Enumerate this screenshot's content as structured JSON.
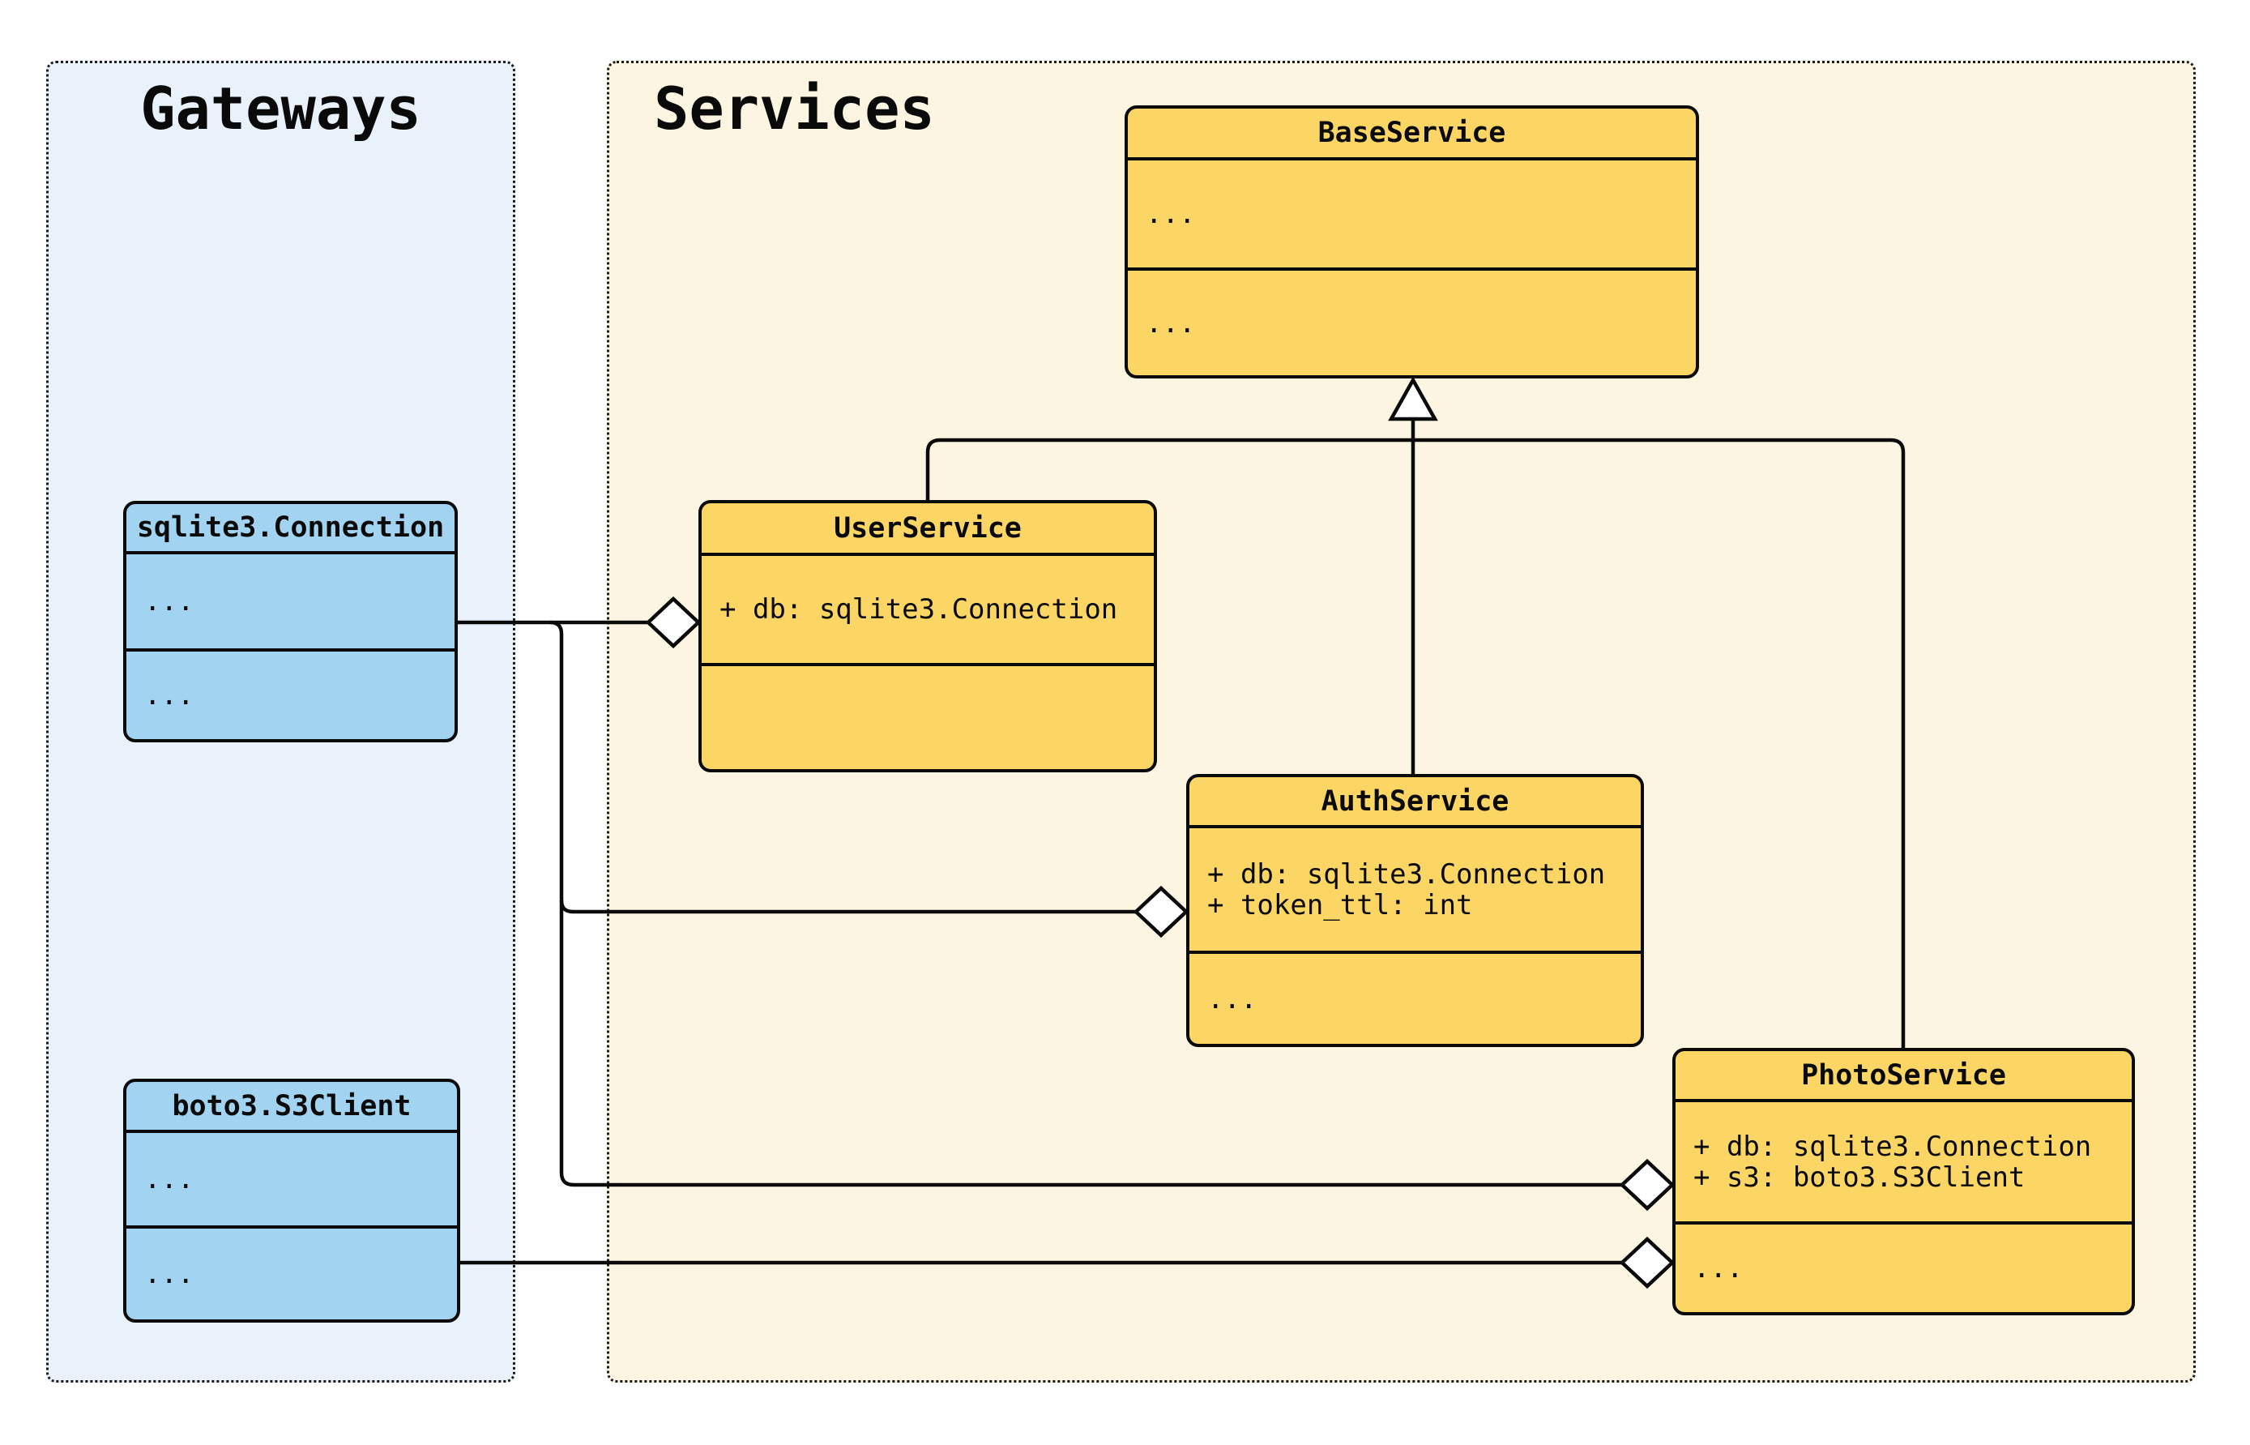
{
  "groups": {
    "gateways": {
      "title": "Gateways"
    },
    "services": {
      "title": "Services"
    }
  },
  "classes": {
    "sqlite3_connection": {
      "name": "sqlite3.Connection",
      "attributes": [
        "..."
      ],
      "methods": [
        "..."
      ]
    },
    "boto3_s3client": {
      "name": "boto3.S3Client",
      "attributes": [
        "..."
      ],
      "methods": [
        "..."
      ]
    },
    "base_service": {
      "name": "BaseService",
      "attributes": [
        "..."
      ],
      "methods": [
        "..."
      ]
    },
    "user_service": {
      "name": "UserService",
      "attributes": [
        "+ db: sqlite3.Connection"
      ],
      "methods": []
    },
    "auth_service": {
      "name": "AuthService",
      "attributes": [
        "+ db: sqlite3.Connection",
        "+ token_ttl: int"
      ],
      "methods": [
        "..."
      ]
    },
    "photo_service": {
      "name": "PhotoService",
      "attributes": [
        "+ db: sqlite3.Connection",
        "+ s3: boto3.S3Client"
      ],
      "methods": [
        "..."
      ]
    }
  },
  "relationships": {
    "inheritance": [
      {
        "parent": "BaseService",
        "child": "UserService"
      },
      {
        "parent": "BaseService",
        "child": "AuthService"
      },
      {
        "parent": "BaseService",
        "child": "PhotoService"
      }
    ],
    "aggregations": [
      {
        "whole": "UserService",
        "part": "sqlite3.Connection"
      },
      {
        "whole": "AuthService",
        "part": "sqlite3.Connection"
      },
      {
        "whole": "PhotoService",
        "part": "sqlite3.Connection"
      },
      {
        "whole": "PhotoService",
        "part": "boto3.S3Client"
      }
    ]
  },
  "colors": {
    "service_class_fill": "#FBD665",
    "gateway_class_fill": "#A2D3F1",
    "services_panel_bg": "#FCF5E1",
    "gateways_panel_bg": "#E9F1FA",
    "line": "#0A0A0A",
    "page_bg": "#FFFFFF"
  }
}
